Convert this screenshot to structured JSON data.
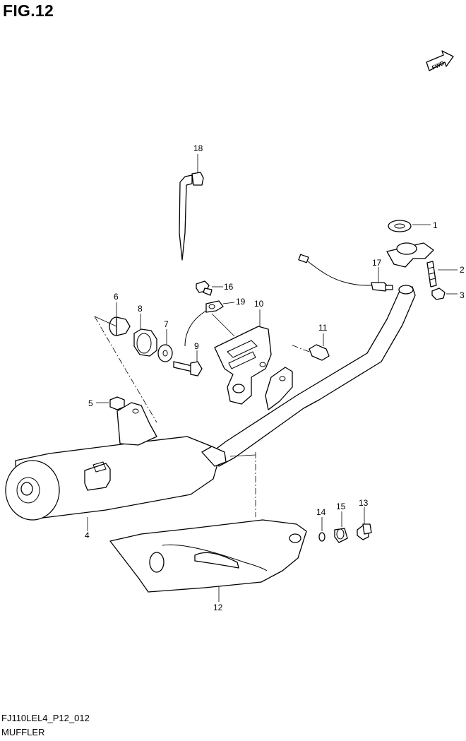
{
  "header": {
    "title": "FIG.12"
  },
  "footer": {
    "code": "FJ110LEL4_P12_012",
    "name": "MUFFLER"
  },
  "badge": {
    "fwd_label": "FWD",
    "icon": "fwd-arrow-icon"
  },
  "callouts": [
    "1",
    "2",
    "3",
    "4",
    "5",
    "6",
    "7",
    "8",
    "9",
    "10",
    "11",
    "12",
    "13",
    "14",
    "15",
    "16",
    "17",
    "18",
    "19"
  ]
}
